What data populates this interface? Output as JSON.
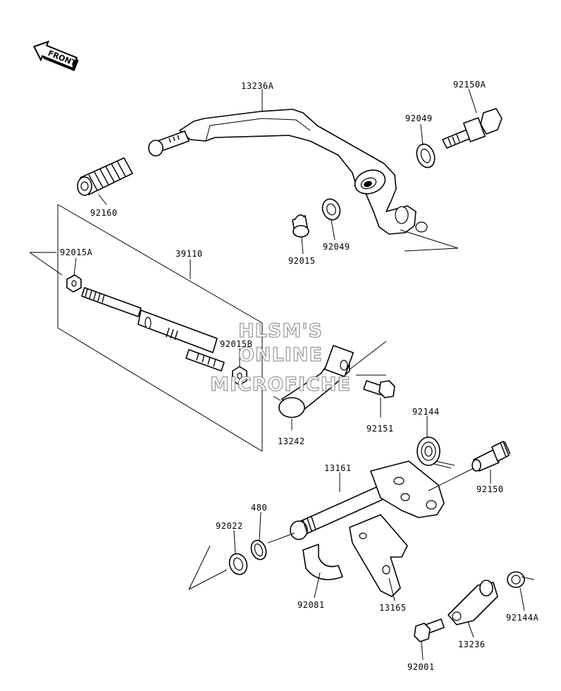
{
  "front_badge": {
    "text": "FRONT"
  },
  "watermark": {
    "line1": "HLSM'S",
    "line2": "ONLINE",
    "line3": "MICROFICHE"
  },
  "labels": {
    "p13236A": "13236A",
    "p92150A": "92150A",
    "p92049_top": "92049",
    "p92160": "92160",
    "p92049_bottom": "92049",
    "p92015": "92015",
    "p92015A": "92015A",
    "p39110": "39110",
    "p92015B": "92015B",
    "p13242": "13242",
    "p92151": "92151",
    "p92144": "92144",
    "p13161": "13161",
    "p92150": "92150",
    "p480": "480",
    "p92022": "92022",
    "p92081": "92081",
    "p13165": "13165",
    "p92144A": "92144A",
    "p13236": "13236",
    "p92001": "92001"
  }
}
